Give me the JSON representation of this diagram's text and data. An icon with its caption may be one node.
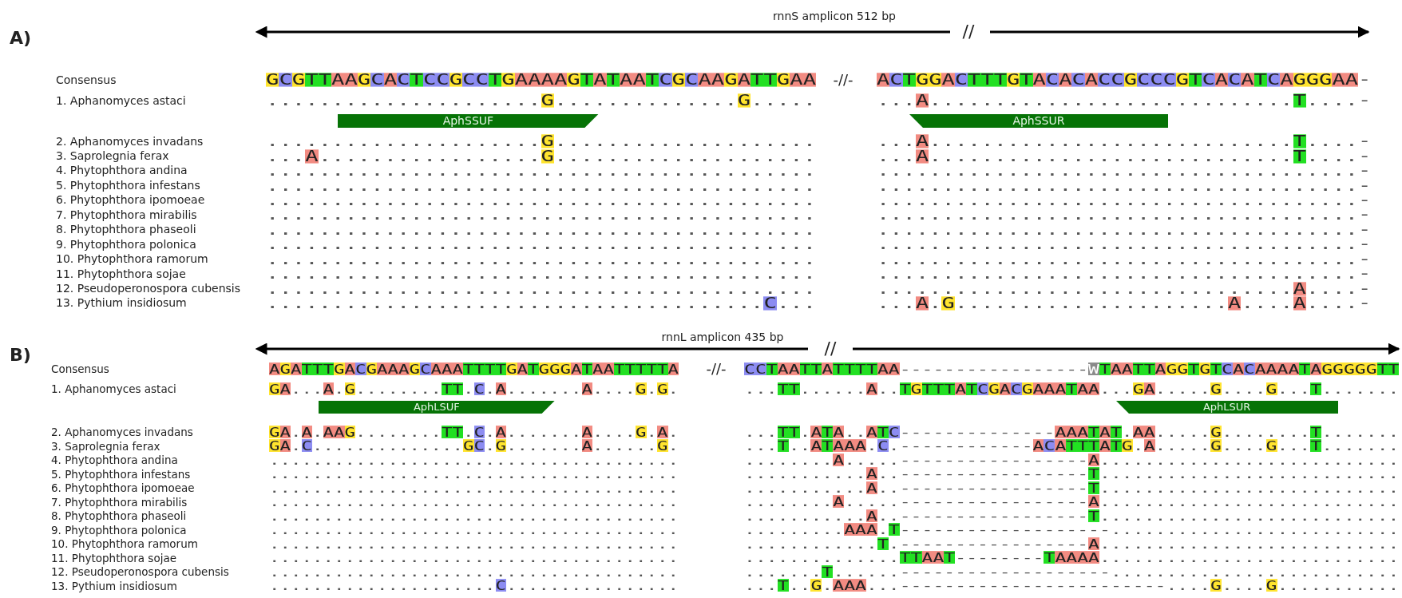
{
  "diagram": {
    "nodes": [
      {
        "text": [
          "AphSSUF"
        ]
      },
      {
        "text": [
          "AphSSUR"
        ]
      },
      {
        "text": [
          "AphLSUF"
        ]
      },
      {
        "text": [
          "AphLSUR"
        ]
      }
    ],
    "labels": [
      "A)",
      "rnnS amplicon 512 bp",
      "//",
      "Consensus",
      "GCGTTAAGCACTCCGCCTGAAAAGTATAATCGCAAGATTGAA",
      "-//-",
      "ACTGGACTTTGTACACACCGCCCGTCACATCAGGGAA-",
      "1. Aphanomyces astaci",
      ".....................G..............G.....",
      "...A............................T....-",
      "2. Aphanomyces invadans",
      ".....................G....................",
      "...A............................T....-",
      "3. Saprolegnia ferax",
      "...A.................G....................",
      "...A............................T....-",
      "4. Phytophthora andina",
      "..........................................",
      ".....................................-",
      "5. Phytophthora infestans",
      "..........................................",
      ".....................................-",
      "6. Phytophthora ipomoeae",
      "..........................................",
      ".....................................-",
      "7. Phytophthora mirabilis",
      "..........................................",
      ".....................................-",
      "8. Phytophthora phaseoli",
      "..........................................",
      ".....................................-",
      "9. Phytophthora polonica",
      "..........................................",
      ".....................................-",
      "10. Phytophthora ramorum",
      "..........................................",
      ".....................................-",
      "11. Phytophthora sojae",
      "..........................................",
      ".....................................-",
      "12. Pseudoperonospora cubensis",
      "..........................................",
      "................................A....-",
      "13. Pythium insidiosum",
      "......................................C...",
      "...A.G.....................A....A....-",
      "B)",
      "rnnL amplicon 435 bp",
      "//",
      "Consensus",
      "AGATTTGACGAAAGCAAATTTTGATGGGATAATTTTTA",
      "-//-",
      "CCTAATTATTTTAA-----------------WTAATTAGGTGTCACAAAATAGGGGGTT",
      "1. Aphanomyces astaci",
      "GA...A.G........TT.C.A.......A....G.G.",
      "...TT......A..TGTTTATCGACGAAATAA...GA.....G....G...T.......",
      "2. Aphanomyces invadans",
      "GA.A.AAG........TT.C.A.......A....G.A.",
      "...TT.ATA..ATC--------------AAATAT.AA.....G........T.......",
      "3. Saprolegnia ferax",
      "GA.C..............GC.G.......A......G.",
      "...T..ATAAA.C.------------ACATTTATG.A.....G....G...T.......",
      "4. Phytophthora andina",
      "......................................",
      "........A.....-----------------A...........................",
      "5. Phytophthora infestans",
      "......................................",
      "...........A..-----------------T...........................",
      "6. Phytophthora ipomoeae",
      "......................................",
      "...........A..-----------------T...........................",
      "7. Phytophthora mirabilis",
      "......................................",
      "........A.....-----------------A...........................",
      "8. Phytophthora phaseoli",
      "......................................",
      "...........A..-----------------T...........................",
      "9. Phytophthora polonica",
      "......................................",
      ".........AAA.T-------------------..........................",
      "10. Phytophthora ramorum",
      "......................................",
      "............T.-----------------A...........................",
      "11. Phytophthora sojae",
      "......................................",
      "..............TTAAT--------TAAAA...........................",
      "12. Pseudoperonospora cubensis",
      "......................................",
      ".......T......-------------------..........................",
      "13. Pythium insidiosum",
      ".....................C................",
      "...T..G.AAA...------------------------....G....G..........."
    ]
  }
}
